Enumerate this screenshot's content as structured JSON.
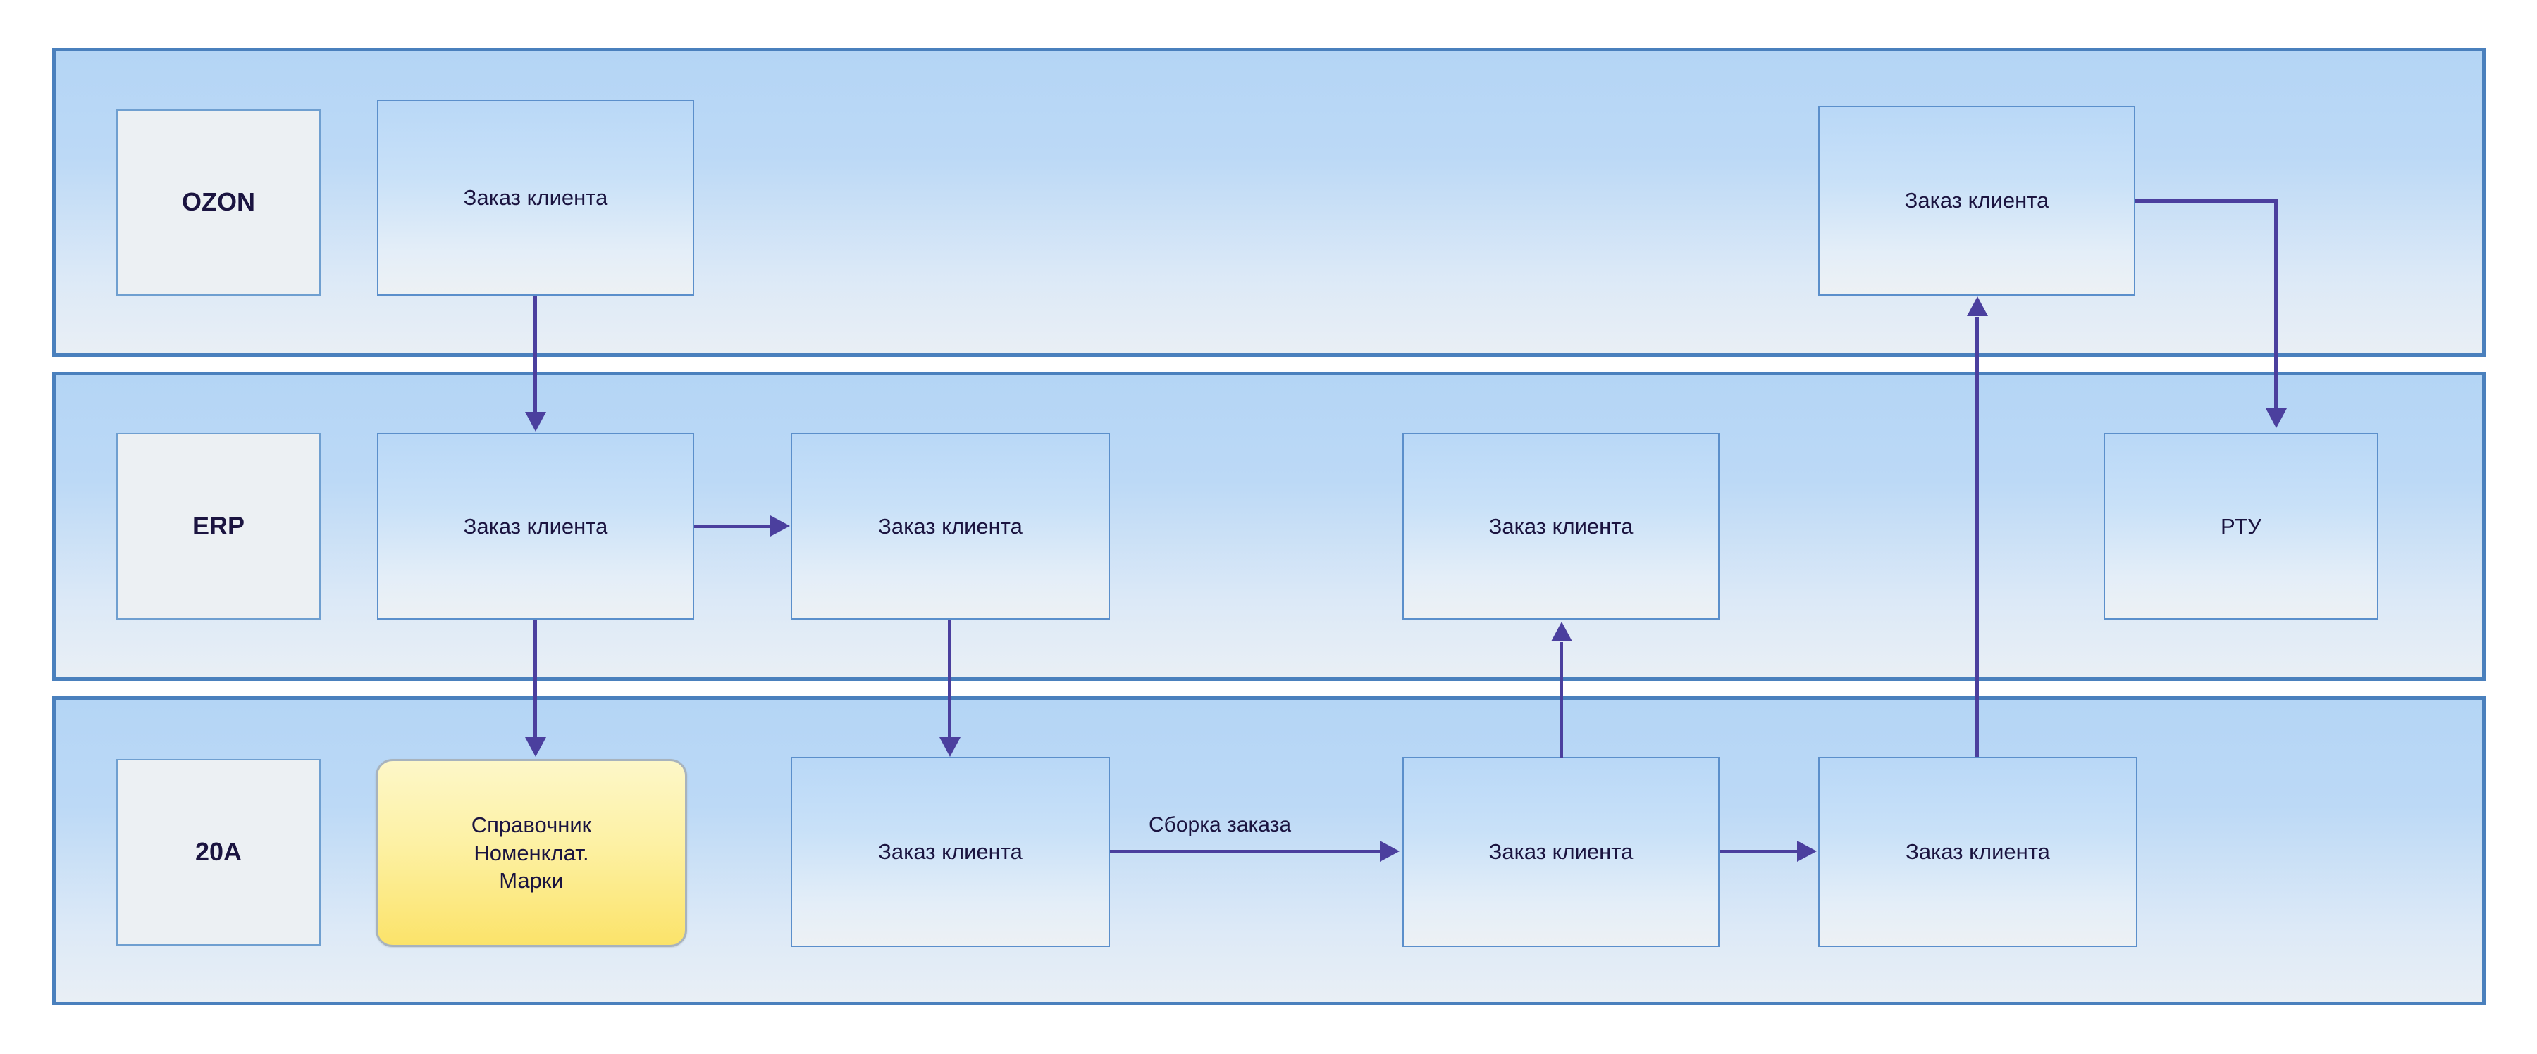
{
  "diagram": {
    "type": "swimlane-flowchart",
    "lanes": [
      {
        "id": "ozon",
        "label": "OZON"
      },
      {
        "id": "erp",
        "label": "ERP"
      },
      {
        "id": "20a",
        "label": "20A"
      }
    ],
    "nodes": [
      {
        "id": "ozon-order",
        "lane": "ozon",
        "shape": "process",
        "label": "Заказ клиента"
      },
      {
        "id": "ozon-order-right",
        "lane": "ozon",
        "shape": "process",
        "label": "Заказ клиента"
      },
      {
        "id": "erp-order-1",
        "lane": "erp",
        "shape": "process",
        "label": "Заказ клиента"
      },
      {
        "id": "erp-order-2",
        "lane": "erp",
        "shape": "process",
        "label": "Заказ клиента"
      },
      {
        "id": "erp-order-3",
        "lane": "erp",
        "shape": "process",
        "label": "Заказ клиента"
      },
      {
        "id": "erp-rtu",
        "lane": "erp",
        "shape": "process",
        "label": "РТУ"
      },
      {
        "id": "a20-catalog",
        "lane": "20a",
        "shape": "data",
        "label": "Справочник\nНоменклат.\nМарки",
        "line1": "Справочник",
        "line2": "Номенклат.",
        "line3": "Марки"
      },
      {
        "id": "a20-order-1",
        "lane": "20a",
        "shape": "process",
        "label": "Заказ клиента"
      },
      {
        "id": "a20-order-2",
        "lane": "20a",
        "shape": "process",
        "label": "Заказ клиента"
      },
      {
        "id": "a20-order-3",
        "lane": "20a",
        "shape": "process",
        "label": "Заказ клиента"
      }
    ],
    "edges": [
      {
        "from": "ozon-order",
        "to": "erp-order-1",
        "label": ""
      },
      {
        "from": "erp-order-1",
        "to": "erp-order-2",
        "label": ""
      },
      {
        "from": "erp-order-1",
        "to": "a20-catalog",
        "label": ""
      },
      {
        "from": "erp-order-2",
        "to": "a20-order-1",
        "label": ""
      },
      {
        "from": "a20-order-1",
        "to": "a20-order-2",
        "label": "Сборка заказа"
      },
      {
        "from": "a20-order-2",
        "to": "erp-order-3",
        "label": ""
      },
      {
        "from": "a20-order-2",
        "to": "a20-order-3",
        "label": ""
      },
      {
        "from": "a20-order-3",
        "to": "ozon-order-right",
        "label": ""
      },
      {
        "from": "ozon-order-right",
        "to": "erp-rtu",
        "label": ""
      }
    ],
    "edge_labels": {
      "assembly": "Сборка заказа"
    },
    "colors": {
      "lane_border": "#4a80bd",
      "lane_fill_top": "#b4d5f5",
      "lane_fill_bottom": "#e9eff5",
      "node_border": "#5b8fcb",
      "node_fill_top": "#b9d8f7",
      "node_fill_bottom": "#edf1f4",
      "system_fill": "#ecf0f3",
      "data_fill_top": "#fdf7c8",
      "data_fill_bottom": "#fbe36a",
      "data_border": "#a8b3bd",
      "connector": "#4b3f9e",
      "text": "#1b1440"
    }
  }
}
